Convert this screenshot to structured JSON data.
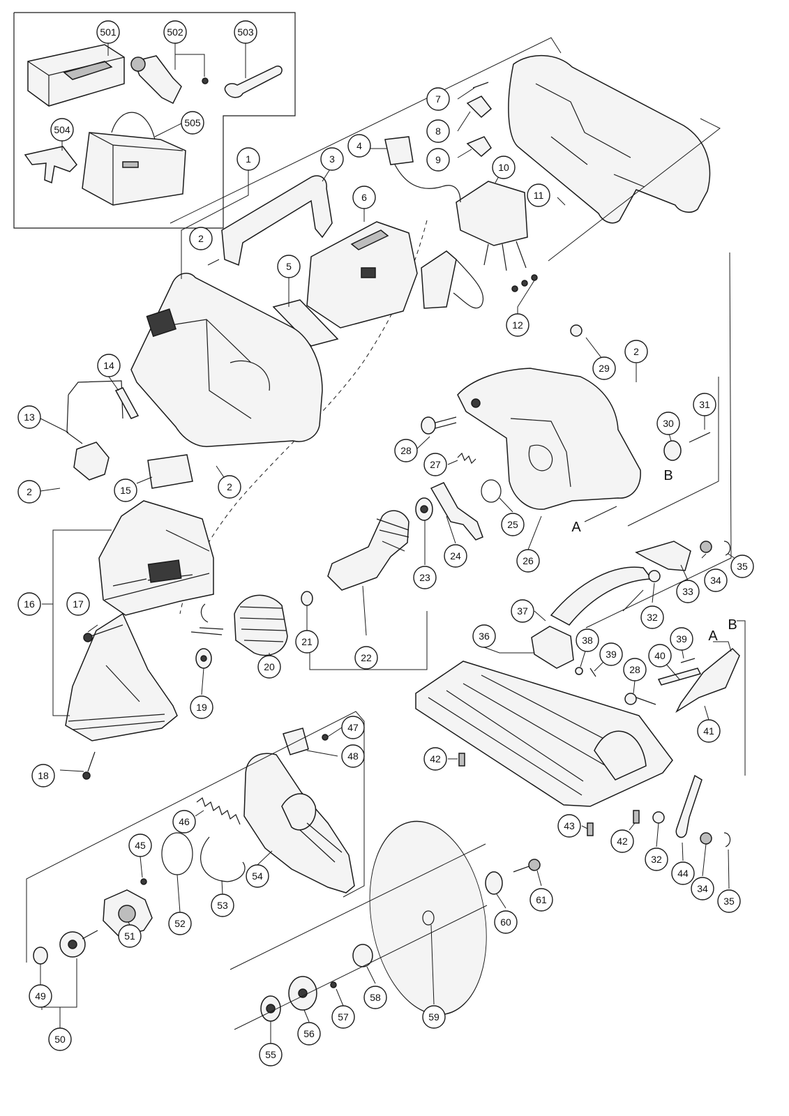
{
  "diagram": {
    "callouts": [
      "501",
      "502",
      "503",
      "504",
      "505",
      "1",
      "2",
      "3",
      "4",
      "5",
      "6",
      "7",
      "8",
      "9",
      "10",
      "11",
      "12",
      "13",
      "14",
      "15",
      "16",
      "17",
      "18",
      "19",
      "20",
      "21",
      "22",
      "23",
      "24",
      "25",
      "26",
      "27",
      "28",
      "29",
      "30",
      "31",
      "32",
      "33",
      "34",
      "35",
      "36",
      "37",
      "38",
      "39",
      "40",
      "41",
      "42",
      "43",
      "44",
      "45",
      "46",
      "47",
      "48",
      "49",
      "50",
      "51",
      "52",
      "53",
      "54",
      "55",
      "56",
      "57",
      "58",
      "59",
      "60",
      "61"
    ],
    "reference_letters": [
      "A",
      "B"
    ]
  }
}
